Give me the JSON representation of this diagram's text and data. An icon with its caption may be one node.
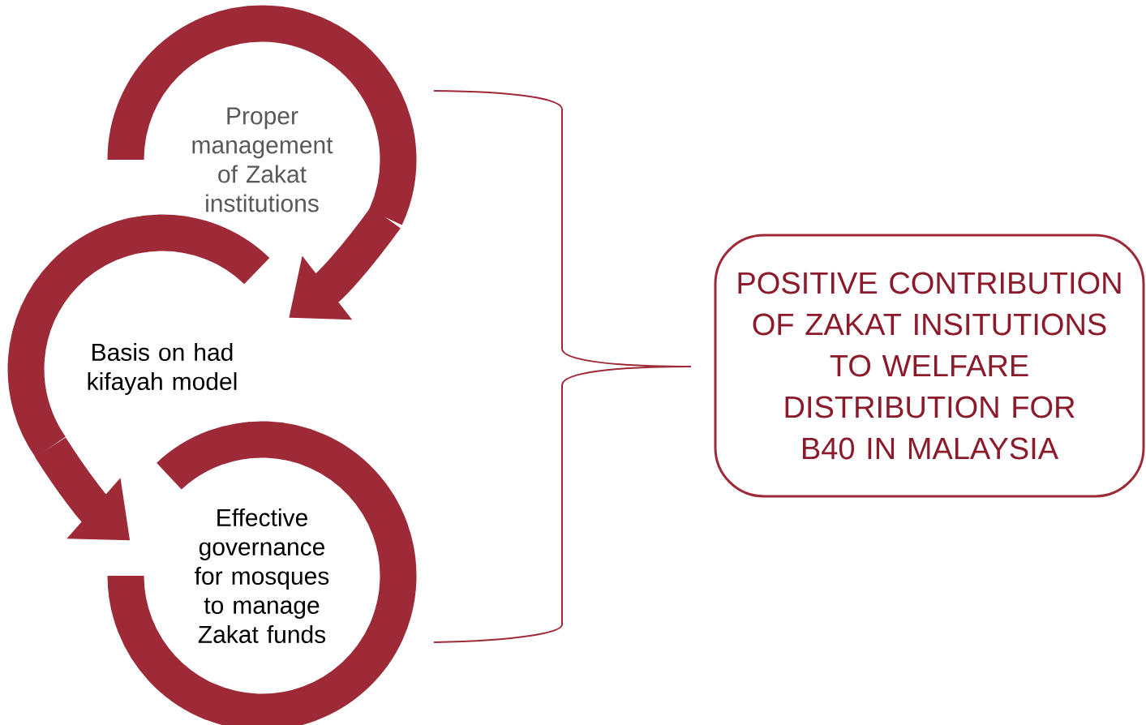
{
  "diagram": {
    "nodes": [
      {
        "text": [
          "Proper management of Zakat institutions"
        ]
      },
      {
        "text": [
          "Basis on had kifayah model"
        ]
      },
      {
        "text": [
          "Effective governance for mosques to manage Zakat funds"
        ]
      },
      {
        "text": [
          "POSITIVE CONTRIBUTION OF ZAKAT INSITUTIONS TO WELFARE DISTRIBUTION FOR B40 IN MALAYSIA"
        ]
      }
    ],
    "edges": [
      {
        "from": 0,
        "to": 1,
        "arrow": "to"
      },
      {
        "from": 1,
        "to": 2,
        "arrow": "to"
      }
    ]
  }
}
